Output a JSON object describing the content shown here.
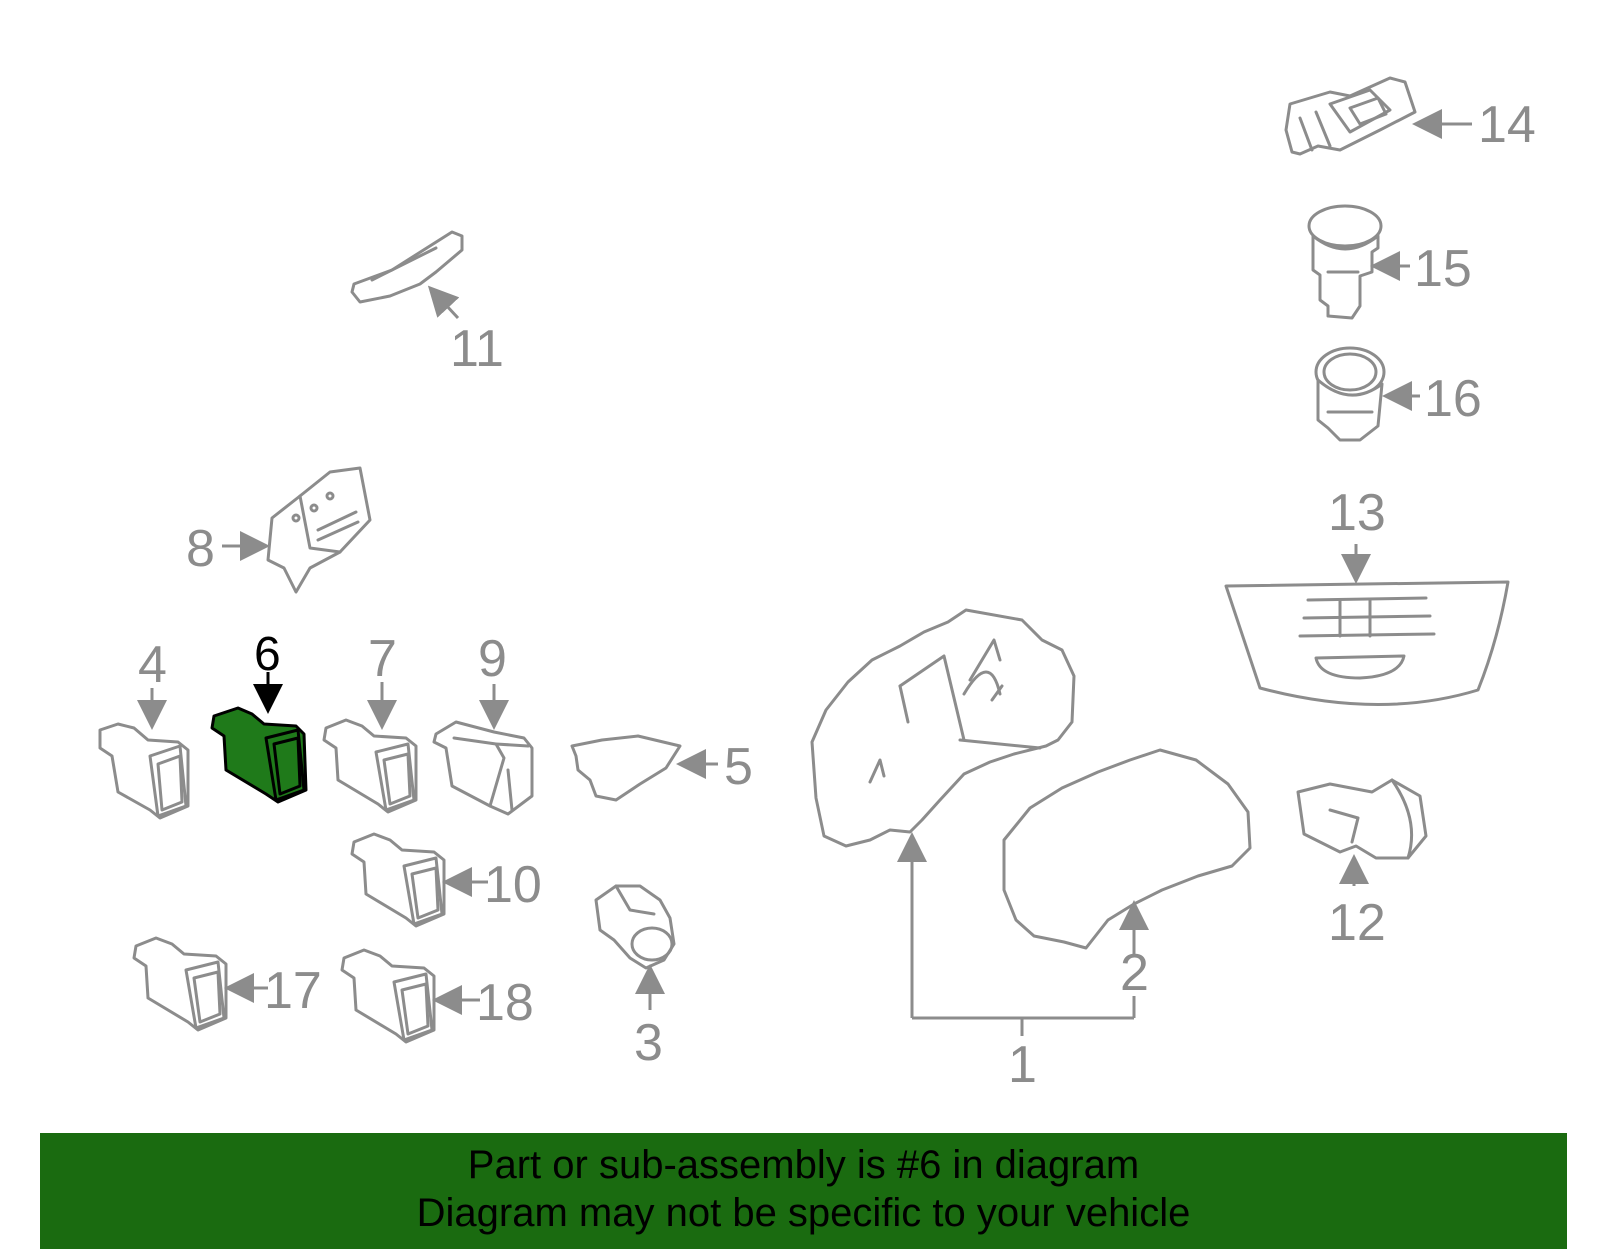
{
  "callouts": {
    "c1": "1",
    "c2": "2",
    "c3": "3",
    "c4": "4",
    "c5": "5",
    "c6": "6",
    "c7": "7",
    "c8": "8",
    "c9": "9",
    "c10": "10",
    "c11": "11",
    "c12": "12",
    "c13": "13",
    "c14": "14",
    "c15": "15",
    "c16": "16",
    "c17": "17",
    "c18": "18"
  },
  "highlight": {
    "part": "6",
    "fill_color": "#1f7a1a"
  },
  "banner": {
    "line1": "Part or sub-assembly is #6 in diagram",
    "line2": "Diagram may not be specific to your vehicle",
    "background": "#1a6b10"
  }
}
